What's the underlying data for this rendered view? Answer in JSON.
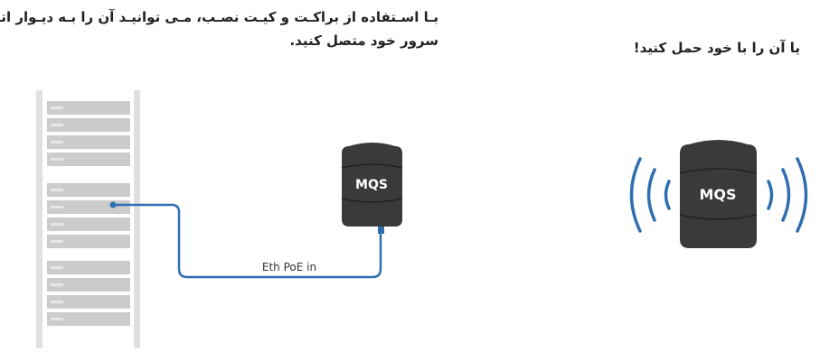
{
  "captions": {
    "wall_mount_line1": "بـا اسـتفاده از براکـت و کیـت نصـب، مـی توانیـد آن را بـه دیـوار اتـاق",
    "wall_mount_line2": "سرور خود متصل کنید.",
    "carry": "یا آن را با خود حمل کنید!"
  },
  "device": {
    "mounted_label": "MQS",
    "carried_label": "MQS"
  },
  "cable": {
    "label": "Eth PoE in",
    "color": "#2f6fb0"
  },
  "colors": {
    "device_body": "#3a3a3a",
    "rack_frame": "#dddddd",
    "rack_unit": "#c9c9c9",
    "wireless_waves": "#2f6fb0"
  },
  "icons": {
    "rack": "server-rack-icon",
    "waves": "wireless-signal-icon"
  }
}
